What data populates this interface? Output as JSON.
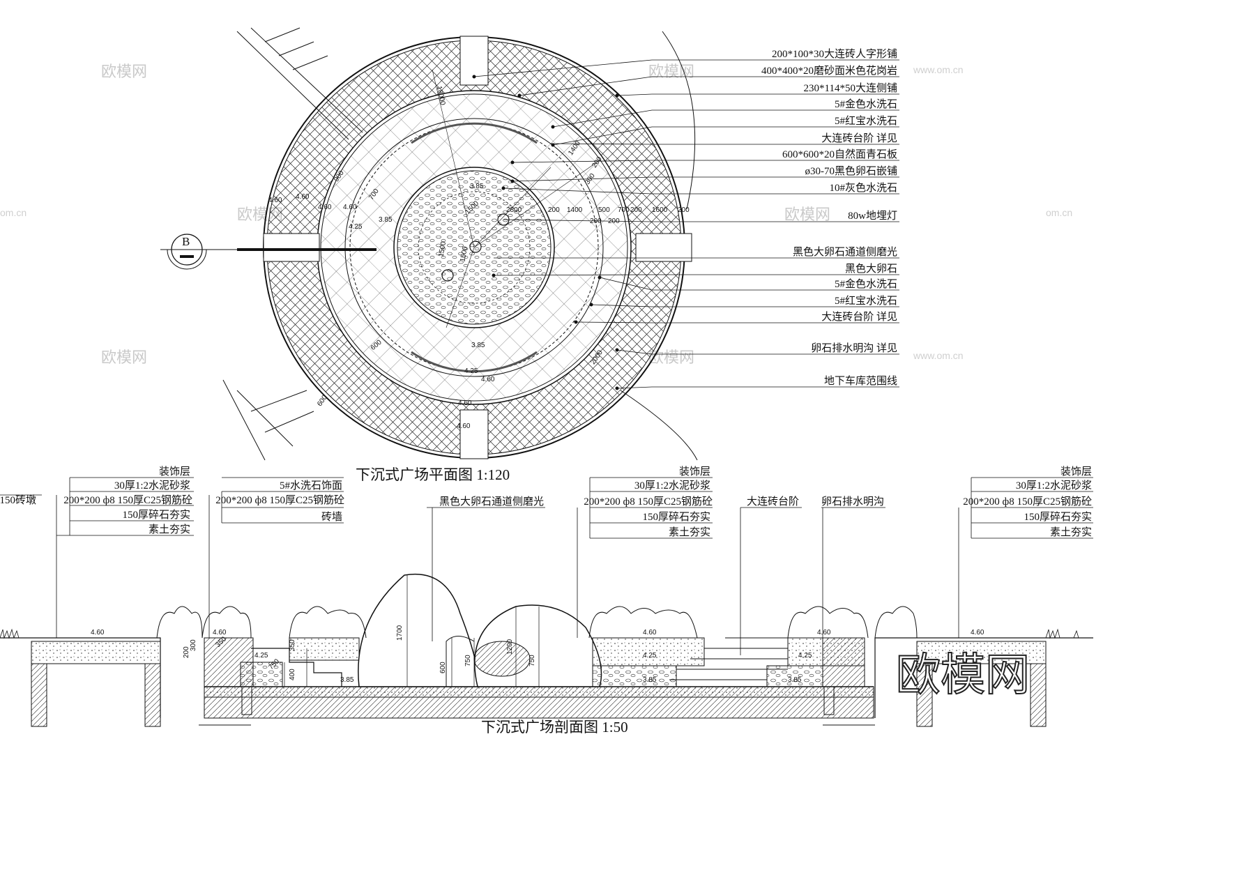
{
  "plan": {
    "title": "下沉式广场平面图 1:120",
    "section_marker": "B",
    "callouts": [
      "200*100*30大连砖人字形铺",
      "400*400*20磨砂面米色花岗岩",
      "230*114*50大连侧铺",
      "5#金色水洗石",
      "5#红宝水洗石",
      "大连砖台阶 详见",
      "600*600*20自然面青石板",
      "ø30-70黑色卵石嵌铺",
      "10#灰色水洗石",
      "80w地埋灯",
      "黑色大卵石通道侧磨光",
      "黑色大卵石",
      "5#金色水洗石",
      "5#红宝水洗石",
      "大连砖台阶 详见",
      "卵石排水明沟 详见",
      "地下车库范围线"
    ],
    "dims": [
      "18000",
      "1400",
      "200",
      "300",
      "900",
      "700",
      "600",
      "2800",
      "200",
      "1400",
      "500",
      "700",
      "200",
      "1600",
      "200",
      "200",
      "200",
      "1500",
      "1500",
      "1500",
      "2000",
      "600",
      "880"
    ],
    "elevations": [
      "4.60",
      "4.60",
      "4.60",
      "4.60",
      "4.25",
      "3.85",
      "3.85",
      "3.85",
      "4.25",
      "4.60",
      "4.60",
      "4.60"
    ]
  },
  "section": {
    "title": "下沉式广场剖面图 1:50",
    "left_label": "150砖墩",
    "layers_left": [
      "装饰层",
      "30厚1:2水泥砂浆",
      "200*200 ф8 150厚C25钢筋砼",
      "150厚碎石夯实",
      "素土夯实"
    ],
    "layers_mid": [
      "5#水洗石饰面",
      "200*200 ф8 150厚C25钢筋砼",
      "砖墙"
    ],
    "pebble_label": "黑色大卵石通道侧磨光",
    "layers_center": [
      "装饰层",
      "30厚1:2水泥砂浆",
      "200*200 ф8 150厚C25钢筋砼",
      "150厚碎石夯实",
      "素土夯实"
    ],
    "step_label": "大连砖台阶",
    "drain_label": "卵石排水明沟",
    "layers_right": [
      "装饰层",
      "30厚1:2水泥砂浆",
      "200*200 ф8 150厚C25钢筋砼",
      "150厚碎石夯实",
      "素土夯实"
    ],
    "dims": [
      "1700",
      "1200",
      "600",
      "750",
      "750",
      "400",
      "350",
      "200",
      "300",
      "350",
      "750"
    ],
    "elevations": [
      "4.60",
      "4.60",
      "4.25",
      "3.85",
      "4.60",
      "4.25",
      "3.85",
      "4.60",
      "4.25",
      "3.85",
      "4.60"
    ]
  },
  "watermarks": [
    "欧模网",
    "www.om.cn",
    "om.cn"
  ],
  "brand": "欧模网",
  "colors": {
    "line": "#111111",
    "watermark": "#c9c9c9",
    "background": "#ffffff"
  }
}
